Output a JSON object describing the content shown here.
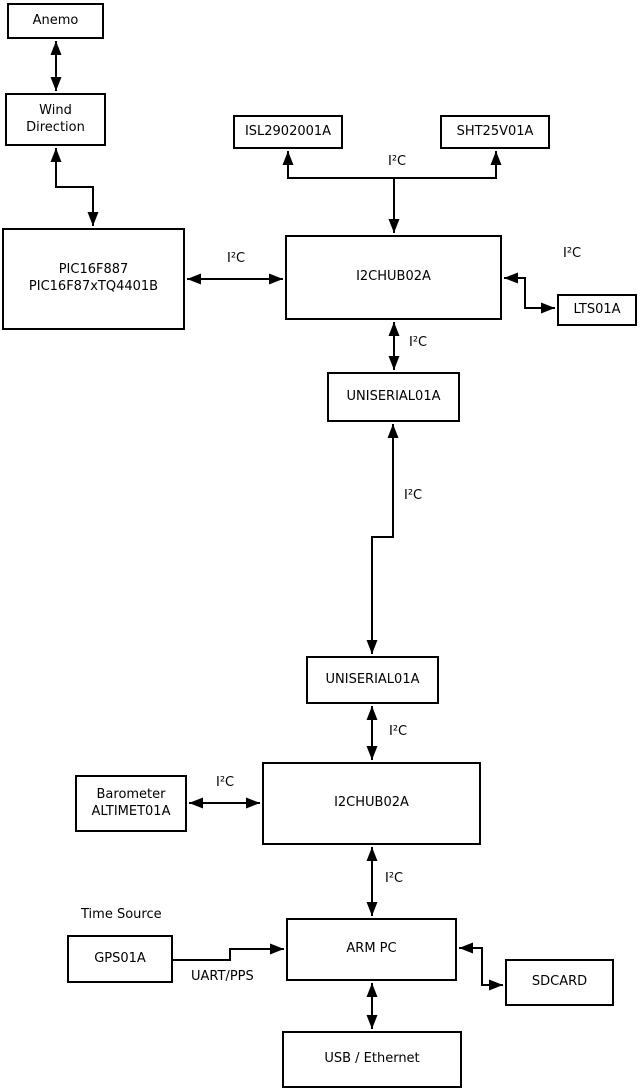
{
  "diagram": {
    "colors": {
      "line": "#000000",
      "box_border": "#000000",
      "box_fill": "#ffffff",
      "background": "#ffffff"
    },
    "nodes": {
      "anemo": {
        "label": "Anemo"
      },
      "wind_direction": {
        "label": "Wind\nDirection"
      },
      "pic": {
        "label": "PIC16F887\nPIC16F87xTQ4401B"
      },
      "isl2902001a": {
        "label": "ISL2902001A"
      },
      "sht25v01a": {
        "label": "SHT25V01A"
      },
      "i2chub_top": {
        "label": "I2CHUB02A"
      },
      "lts01a": {
        "label": "LTS01A"
      },
      "uniserial_top": {
        "label": "UNISERIAL01A"
      },
      "uniserial_bottom": {
        "label": "UNISERIAL01A"
      },
      "i2chub_bottom": {
        "label": "I2CHUB02A"
      },
      "barometer": {
        "label": "Barometer\nALTIMET01A"
      },
      "gps01a": {
        "label": "GPS01A"
      },
      "arm_pc": {
        "label": "ARM PC"
      },
      "sdcard": {
        "label": "SDCARD"
      },
      "usb_ethernet": {
        "label": "USB / Ethernet"
      }
    },
    "edge_labels": {
      "hub_to_sensors": "I²C",
      "pic_to_hub": "I²C",
      "hub_to_lts": "I²C",
      "hub_to_uniserial": "I²C",
      "uniserial_to_uniserial": "I²C",
      "uniserial_to_hub2": "I²C",
      "barometer_to_hub2": "I²C",
      "hub2_to_arm": "I²C",
      "gps_to_arm": "UART/PPS"
    },
    "annotations": {
      "time_source": "Time Source"
    },
    "connections": [
      {
        "between": [
          "anemo",
          "wind_direction"
        ],
        "arrows": "both"
      },
      {
        "between": [
          "wind_direction",
          "pic"
        ],
        "arrows": "both"
      },
      {
        "between": [
          "pic",
          "i2chub_top"
        ],
        "arrows": "both",
        "label": "I²C"
      },
      {
        "between": [
          "i2chub_top",
          "isl2902001a"
        ],
        "arrows": "both",
        "label": "I²C"
      },
      {
        "between": [
          "i2chub_top",
          "sht25v01a"
        ],
        "arrows": "both",
        "label": "I²C"
      },
      {
        "between": [
          "i2chub_top",
          "lts01a"
        ],
        "arrows": "both",
        "label": "I²C"
      },
      {
        "between": [
          "i2chub_top",
          "uniserial_top"
        ],
        "arrows": "both",
        "label": "I²C"
      },
      {
        "between": [
          "uniserial_top",
          "uniserial_bottom"
        ],
        "arrows": "both",
        "label": "I²C"
      },
      {
        "between": [
          "uniserial_bottom",
          "i2chub_bottom"
        ],
        "arrows": "both",
        "label": "I²C"
      },
      {
        "between": [
          "barometer",
          "i2chub_bottom"
        ],
        "arrows": "both",
        "label": "I²C"
      },
      {
        "between": [
          "i2chub_bottom",
          "arm_pc"
        ],
        "arrows": "both",
        "label": "I²C"
      },
      {
        "between": [
          "gps01a",
          "arm_pc"
        ],
        "arrows": "to",
        "label": "UART/PPS"
      },
      {
        "between": [
          "arm_pc",
          "sdcard"
        ],
        "arrows": "both"
      },
      {
        "between": [
          "arm_pc",
          "usb_ethernet"
        ],
        "arrows": "both"
      }
    ]
  }
}
